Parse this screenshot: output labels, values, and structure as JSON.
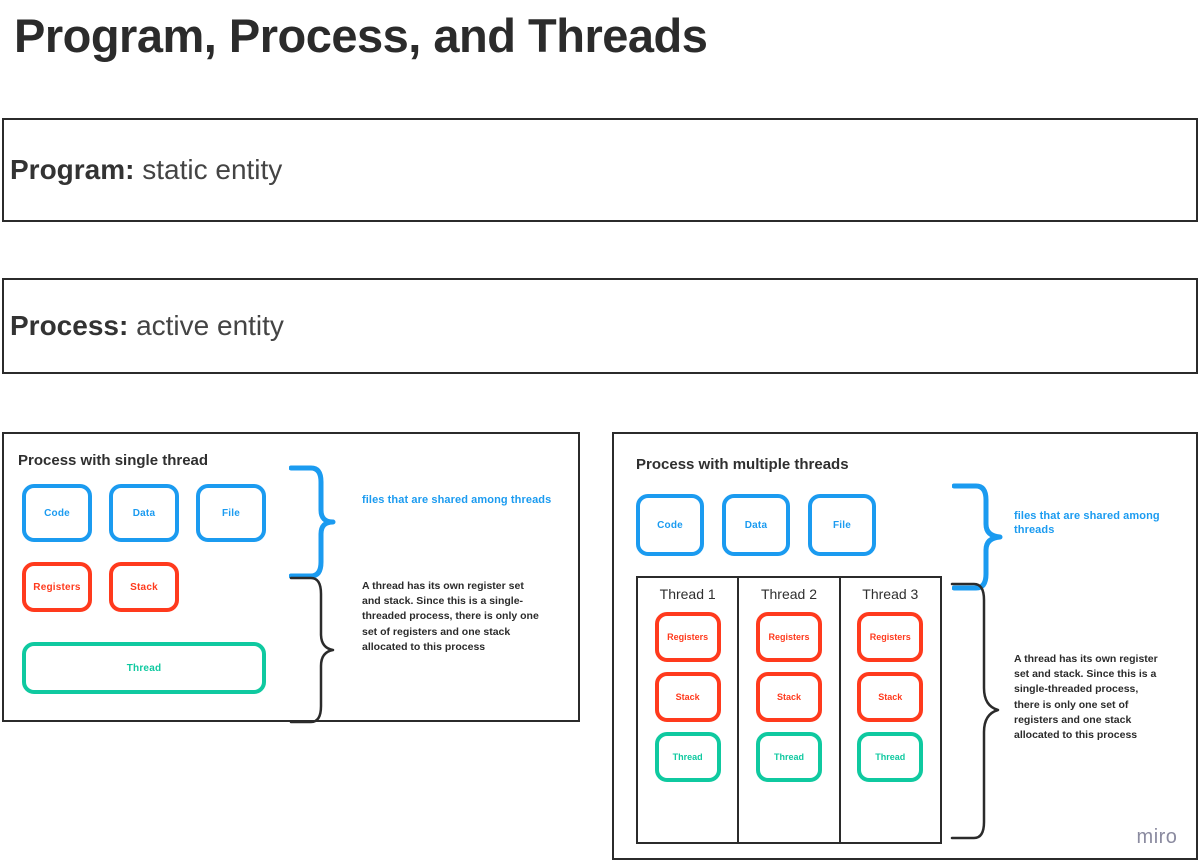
{
  "page": {
    "title": "Program, Process, and Threads",
    "background": "#ffffff",
    "watermark": "miro"
  },
  "colors": {
    "blue": "#1B9BF0",
    "red": "#FF3A1D",
    "green": "#0FC9A0",
    "ink": "#2b2b2b"
  },
  "definitions": [
    {
      "term": "Program:",
      "value": " static entity"
    },
    {
      "term": "Process:",
      "value": " active entity"
    }
  ],
  "single_thread_panel": {
    "title": "Process with single thread",
    "shared_boxes": [
      {
        "label": "Code",
        "color": "blue"
      },
      {
        "label": "Data",
        "color": "blue"
      },
      {
        "label": "File",
        "color": "blue"
      }
    ],
    "private_boxes": [
      {
        "label": "Registers",
        "color": "red"
      },
      {
        "label": "Stack",
        "color": "red"
      }
    ],
    "thread_box": {
      "label": "Thread",
      "color": "green"
    },
    "shared_note": "files that are shared among threads",
    "thread_note": "A thread has its own register set and stack. Since this is a single-threaded process, there is only one set of registers and one stack allocated to this process"
  },
  "multi_thread_panel": {
    "title": "Process with multiple threads",
    "shared_boxes": [
      {
        "label": "Code",
        "color": "blue"
      },
      {
        "label": "Data",
        "color": "blue"
      },
      {
        "label": "File",
        "color": "blue"
      }
    ],
    "threads": [
      {
        "header": "Thread 1",
        "cells": [
          {
            "label": "Registers",
            "color": "red"
          },
          {
            "label": "Stack",
            "color": "red"
          },
          {
            "label": "Thread",
            "color": "green"
          }
        ]
      },
      {
        "header": "Thread 2",
        "cells": [
          {
            "label": "Registers",
            "color": "red"
          },
          {
            "label": "Stack",
            "color": "red"
          },
          {
            "label": "Thread",
            "color": "green"
          }
        ]
      },
      {
        "header": "Thread 3",
        "cells": [
          {
            "label": "Registers",
            "color": "red"
          },
          {
            "label": "Stack",
            "color": "red"
          },
          {
            "label": "Thread",
            "color": "green"
          }
        ]
      }
    ],
    "shared_note": "files that are shared among threads",
    "thread_note": "A thread has its own register set and stack. Since this is a single-threaded process, there is only one set of registers and one stack allocated to this process"
  }
}
